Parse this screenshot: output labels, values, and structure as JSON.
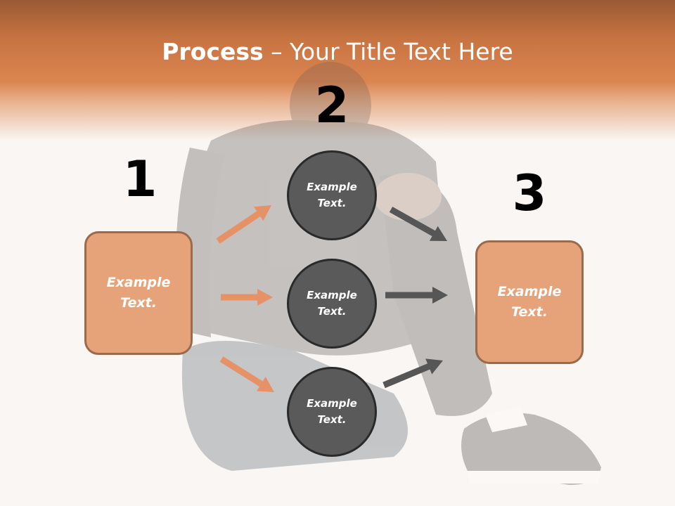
{
  "title": {
    "bold": "Process",
    "rest": " – Your Title Text Here"
  },
  "steps": [
    {
      "number": "1"
    },
    {
      "number": "2"
    },
    {
      "number": "3"
    }
  ],
  "input_box": {
    "text": "Example Text."
  },
  "output_box": {
    "text": "Example Text."
  },
  "circles": [
    {
      "text": "Example Text."
    },
    {
      "text": "Example Text."
    },
    {
      "text": "Example Text."
    }
  ],
  "colors": {
    "header": "#d6804c",
    "box_fill": "#e6a379",
    "box_border": "#9a6a4a",
    "circle_fill": "#5a5a5a",
    "circle_border": "#2a2a2a",
    "orange_arrow": "#e69266",
    "gray_arrow": "#565656"
  }
}
